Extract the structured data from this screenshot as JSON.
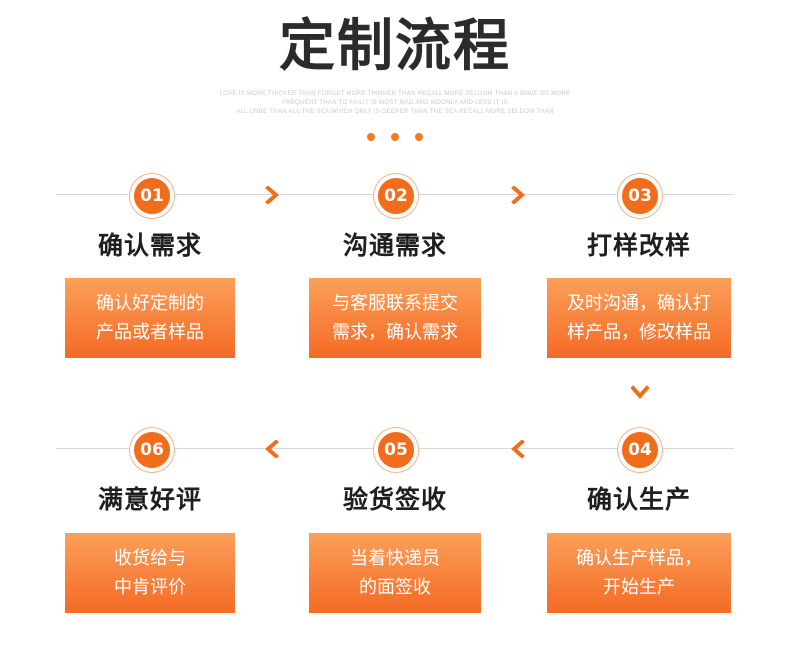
{
  "title": "定制流程",
  "subtitle_lines": [
    "LOVE IS MORE THICKER THAN FORGET MORE THINNER THAN RECALL MORE SELDOM THAN A WAVE SO MORE",
    "FREQUENT THAN TO FAILIT IS MOST MAD AND MOONLY AND LESS IT IS",
    "ALL UNBE THAN ALL THE SEA WHICH ONLY IS DEEPER THAN THE SEA RECALL MORE SELDOM THAN"
  ],
  "accent_color": "#f26d1b",
  "steps": [
    {
      "num": "01",
      "title": "确认需求",
      "desc": [
        "确认好定制的",
        "产品或者样品"
      ]
    },
    {
      "num": "02",
      "title": "沟通需求",
      "desc": [
        "与客服联系提交",
        "需求，确认需求"
      ]
    },
    {
      "num": "03",
      "title": "打样改样",
      "desc": [
        "及时沟通，确认打",
        "样产品，修改样品"
      ]
    },
    {
      "num": "04",
      "title": "确认生产",
      "desc": [
        "确认生产样品，",
        "开始生产"
      ]
    },
    {
      "num": "05",
      "title": "验货签收",
      "desc": [
        "当着快递员",
        "的面签收"
      ]
    },
    {
      "num": "06",
      "title": "满意好评",
      "desc": [
        "收货给与",
        "中肯评价"
      ]
    }
  ]
}
